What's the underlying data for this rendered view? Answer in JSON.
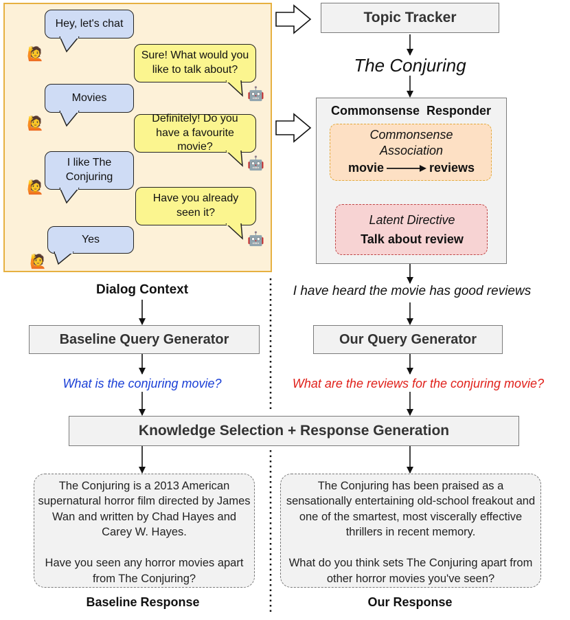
{
  "dialog": {
    "messages": [
      {
        "speaker": "user",
        "text": "Hey, let's chat"
      },
      {
        "speaker": "bot",
        "text": "Sure! What would you like to talk about?"
      },
      {
        "speaker": "user",
        "text": "Movies"
      },
      {
        "speaker": "bot",
        "text": "Definitely! Do you have a favourite movie?"
      },
      {
        "speaker": "user",
        "text": "I like The Conjuring"
      },
      {
        "speaker": "bot",
        "text": "Have you already seen it?"
      },
      {
        "speaker": "user",
        "text": "Yes"
      }
    ],
    "label": "Dialog Context"
  },
  "topic_tracker": {
    "title": "Topic Tracker",
    "output": "The Conjuring"
  },
  "commonsense": {
    "title": "Commonsense  Responder",
    "association_title": "Commonsense Association",
    "association_from": "movie",
    "association_to": "reviews",
    "directive_title": "Latent Directive",
    "directive_value": "Talk about review",
    "output": "I have heard the movie has good reviews"
  },
  "baseline": {
    "query_generator": "Baseline Query Generator",
    "query": "What is the conjuring movie?",
    "response": "The Conjuring is a 2013 American supernatural horror film directed by James Wan and written by Chad Hayes and Carey W. Hayes.\n\nHave you seen any horror movies apart from The Conjuring?",
    "response_label": "Baseline Response"
  },
  "ours": {
    "query_generator": "Our Query Generator",
    "query": "What are the reviews for the conjuring movie?",
    "response": "The Conjuring has been praised as a sensationally entertaining old-school freakout and one of the smartest, most viscerally effective thrillers in recent memory.\n\nWhat do you think sets The Conjuring apart from other horror movies you've seen?",
    "response_label": "Our Response"
  },
  "knowledge": {
    "title": "Knowledge Selection + Response Generation"
  },
  "colors": {
    "baseline_query": "#1a3fd6",
    "our_query": "#e0201a",
    "association_fill": "#fde0c4",
    "directive_fill": "#f7d3d3"
  },
  "icons": {
    "user": "person-raising-hand-icon",
    "bot": "robot-icon"
  }
}
